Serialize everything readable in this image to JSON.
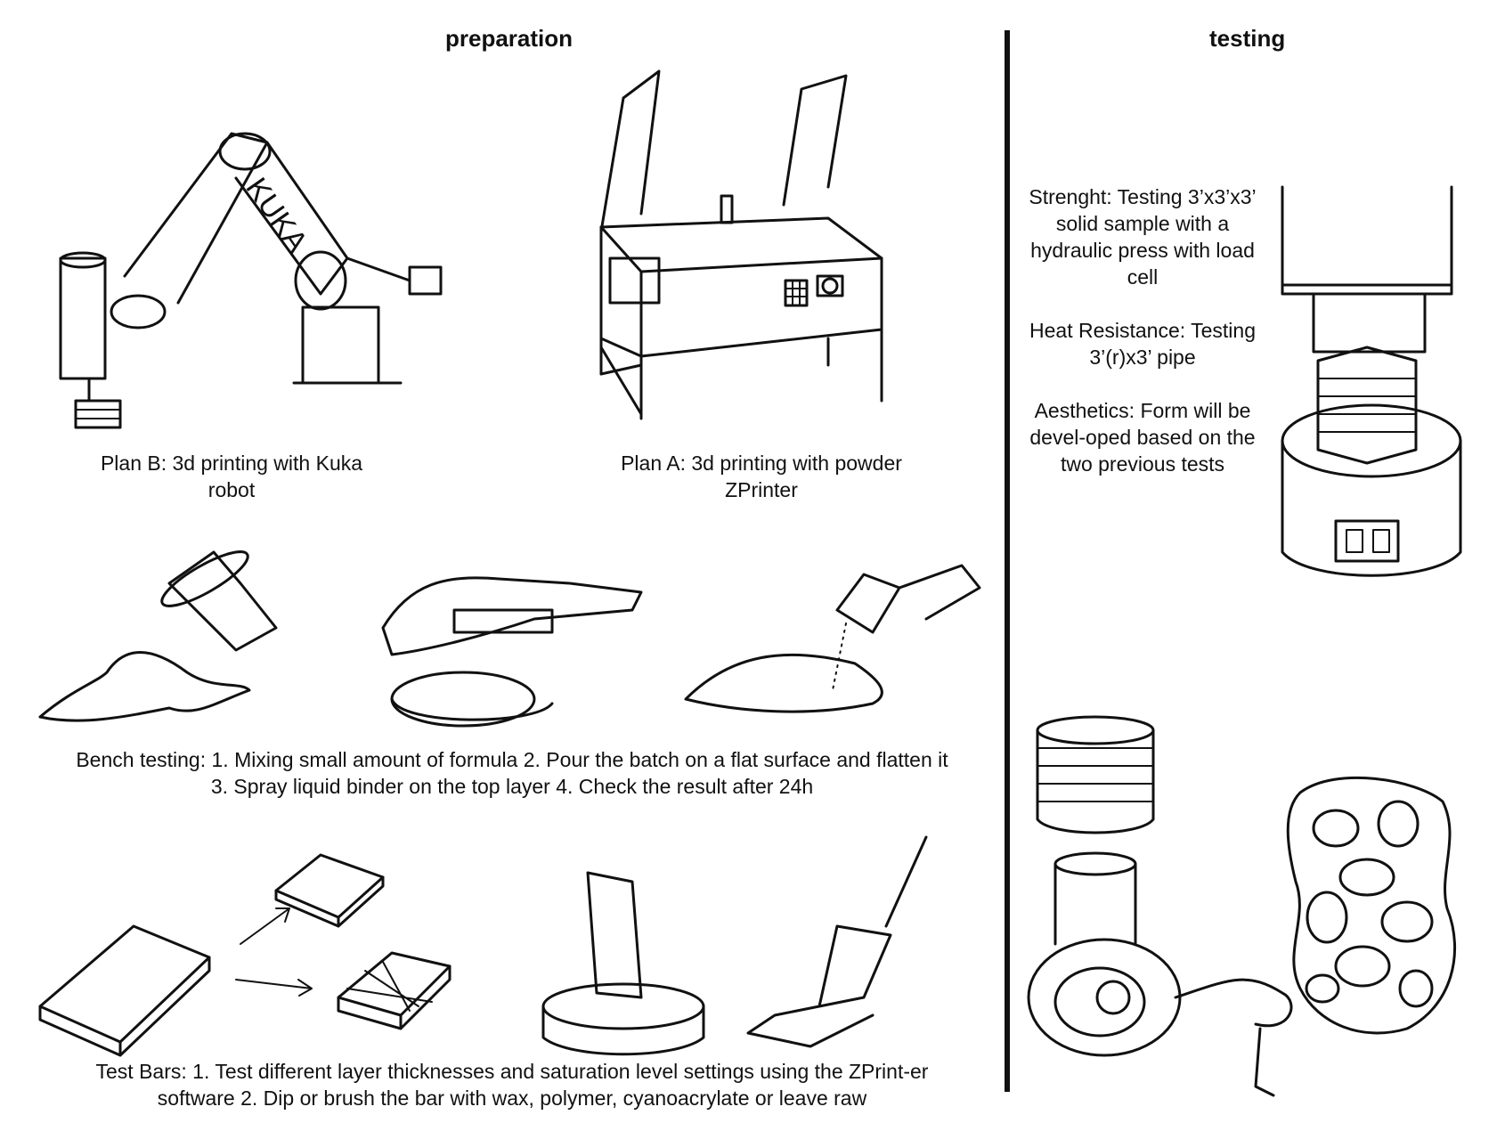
{
  "headings": {
    "preparation": "preparation",
    "testing": "testing"
  },
  "captions": {
    "plan_b": "Plan B: 3d printing with Kuka robot",
    "plan_a": "Plan A: 3d printing with powder ZPrinter",
    "bench": "Bench testing: 1. Mixing small amount of formula 2. Pour the batch on a flat surface and flatten it 3. Spray liquid binder on the top layer 4. Check the result after 24h",
    "test_bars": "Test Bars: 1. Test different layer thicknesses and saturation level settings using the ZPrint-er software 2. Dip or brush the bar with wax, polymer, cyanoacrylate or leave raw"
  },
  "testing": {
    "strength": "Strenght: Testing 3’x3’x3’ solid sample with a hydraulic press with load cell",
    "heat": "Heat Resistance: Testing 3’(r)x3’ pipe",
    "aesthetics": "Aesthetics: Form will be devel-oped based on the two previous tests"
  },
  "sketch_labels": {
    "robot_brand": "KUKA"
  }
}
